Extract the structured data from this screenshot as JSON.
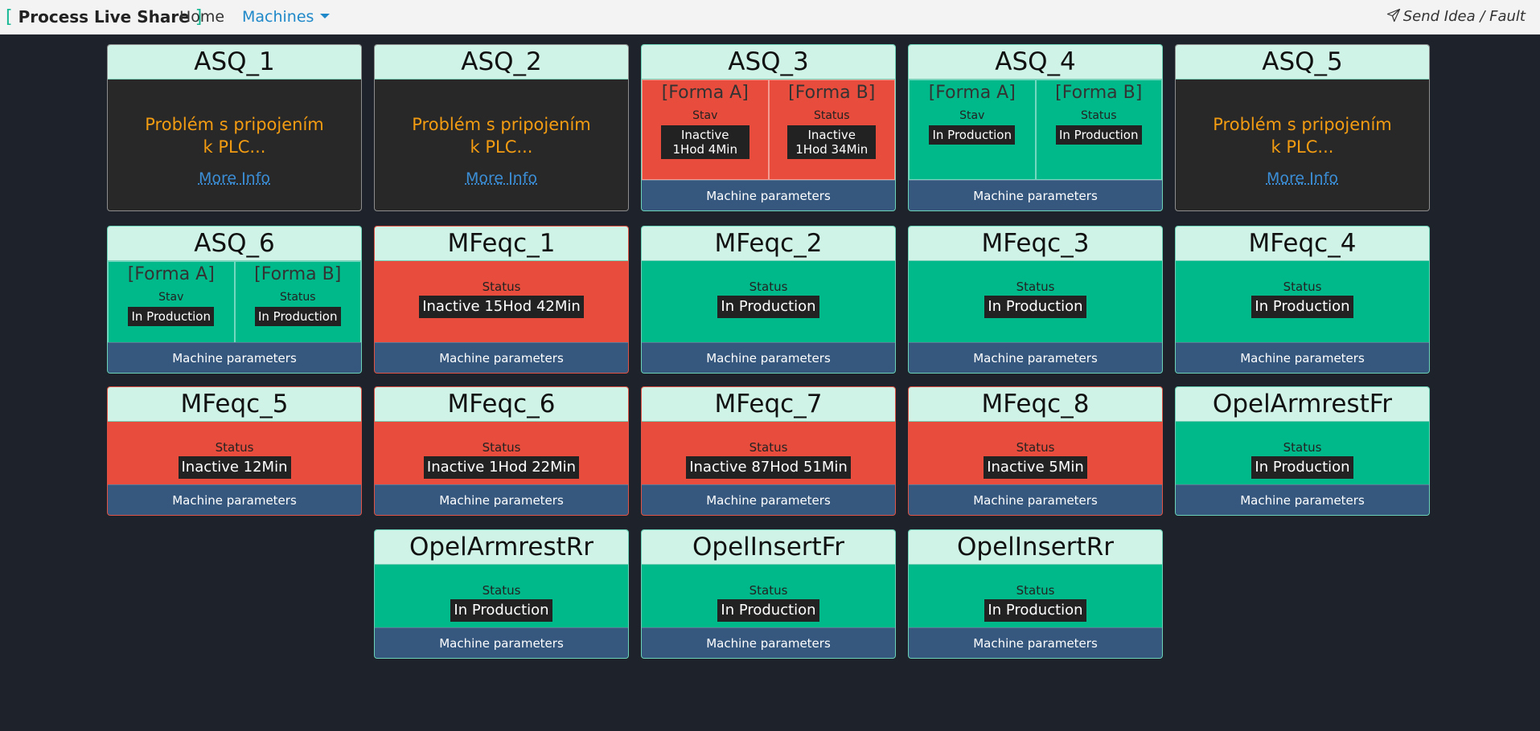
{
  "navbar": {
    "brand": "Process Live Share",
    "home": "Home",
    "machines": "Machines",
    "send_idea": "Send Idea / Fault"
  },
  "labels": {
    "machine_parameters": "Machine parameters",
    "more_info": "More Info",
    "plc_error_line1": "Problém s pripojením",
    "plc_error_line2": "k PLC...",
    "status": "Status",
    "stav": "Stav",
    "forma_a": "[Forma A]",
    "forma_b": "[Forma B]"
  },
  "machines": [
    {
      "name": "ASQ_1",
      "kind": "error"
    },
    {
      "name": "ASQ_2",
      "kind": "error"
    },
    {
      "name": "ASQ_3",
      "kind": "dual",
      "forms": [
        {
          "label": "Stav",
          "value": "Inactive 1Hod 4Min",
          "state": "red"
        },
        {
          "label": "Status",
          "value": "Inactive 1Hod 34Min",
          "state": "red"
        }
      ]
    },
    {
      "name": "ASQ_4",
      "kind": "dual",
      "forms": [
        {
          "label": "Stav",
          "value": "In Production",
          "state": "green"
        },
        {
          "label": "Status",
          "value": "In Production",
          "state": "green"
        }
      ]
    },
    {
      "name": "ASQ_5",
      "kind": "error"
    },
    {
      "name": "ASQ_6",
      "kind": "dual",
      "forms": [
        {
          "label": "Stav",
          "value": "In Production",
          "state": "green"
        },
        {
          "label": "Status",
          "value": "In Production",
          "state": "green"
        }
      ]
    },
    {
      "name": "MFeqc_1",
      "kind": "single",
      "value": "Inactive 15Hod 42Min",
      "state": "red"
    },
    {
      "name": "MFeqc_2",
      "kind": "single",
      "value": "In Production",
      "state": "green"
    },
    {
      "name": "MFeqc_3",
      "kind": "single",
      "value": "In Production",
      "state": "green"
    },
    {
      "name": "MFeqc_4",
      "kind": "single",
      "value": "In Production",
      "state": "green"
    },
    {
      "name": "MFeqc_5",
      "kind": "single",
      "value": "Inactive 12Min",
      "state": "red"
    },
    {
      "name": "MFeqc_6",
      "kind": "single",
      "value": "Inactive 1Hod 22Min",
      "state": "red"
    },
    {
      "name": "MFeqc_7",
      "kind": "single",
      "value": "Inactive 87Hod 51Min",
      "state": "red"
    },
    {
      "name": "MFeqc_8",
      "kind": "single",
      "value": "Inactive 5Min",
      "state": "red"
    },
    {
      "name": "OpelArmrestFr",
      "kind": "single",
      "value": "In Production",
      "state": "green"
    },
    {
      "name": "OpelArmrestRr",
      "kind": "single",
      "value": "In Production",
      "state": "green"
    },
    {
      "name": "OpelInsertFr",
      "kind": "single",
      "value": "In Production",
      "state": "green"
    },
    {
      "name": "OpelInsertRr",
      "kind": "single",
      "value": "In Production",
      "state": "green"
    }
  ],
  "colors": {
    "green": "#00b98a",
    "red": "#e74c3c",
    "dark": "#282828",
    "header": "#d0f3e8",
    "params": "#36587e",
    "background": "#1e232b",
    "error_text": "#f39c12",
    "brand_accent": "#16b894"
  },
  "icons": {
    "send": "paper-plane-icon",
    "dropdown": "caret-down-icon"
  }
}
